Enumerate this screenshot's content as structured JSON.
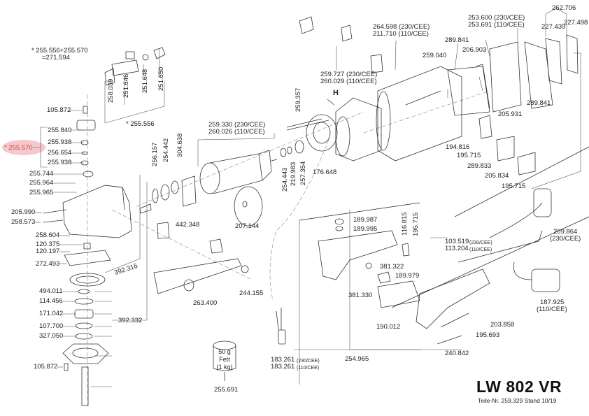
{
  "model": "LW 802 VR",
  "part_no_line": "Teile-Nr. 259.329   Stand 10/19",
  "highlight_color": "#f5c9cc",
  "note": {
    "line1": "* 255.556+255.570",
    "line2": "=271.594"
  },
  "highlighted_part": "* 255.570",
  "labels": {
    "p105872a": "105.872",
    "p255840": "255.840",
    "p255938a": "255.938",
    "p256654": "256.654",
    "p255938b": "255.938",
    "p255744": "255.744",
    "p255964": "255.964",
    "p255965": "255.965",
    "p205990": "205.990",
    "p258573": "258.573",
    "p258604": "258.604",
    "p120375": "120.375",
    "p120197": "120.197",
    "p272493": "272.493",
    "p392316": "392.316",
    "p494011": "494.011",
    "p114456": "114.456",
    "p171042": "171.042",
    "p107700": "107.700",
    "p327050": "327.050",
    "p392332": "392.332",
    "p105872b": "105.872",
    "p255556": "* 255.556",
    "p258039": "258.039",
    "p251646": "251.646",
    "p251648": "251.648",
    "p251650": "251.650",
    "p256157": "256.157",
    "p254442": "254.442",
    "p304638": "304.638",
    "p259330": "259.330 (230/CEE)",
    "p260026": "260.026 (110/CEE)",
    "p254443": "254.443",
    "p219983": "219.983",
    "p257354": "257.354",
    "p176648": "176.648",
    "p259357": "259.357",
    "p442348": "442.348",
    "p207144": "207.144",
    "p263400": "263.400",
    "p244155": "244.155",
    "p264598": "264.598 (230/CEE)",
    "p211710": "211.710 (110/CEE)",
    "p259727": "259.727 (230/CEE)",
    "p260029": "260.029 (110/CEE)",
    "pH": "H",
    "p259040": "259.040",
    "p289841a": "289.841",
    "p206903": "206.903",
    "p253600": "253.600 (230/CEE)",
    "p253691": "253.691 (110/CEE)",
    "p262706": "262.706",
    "p227439": "227.439",
    "p227498": "227.498",
    "p289841b": "289.841",
    "p205931": "205.931",
    "p194816": "194.816",
    "p195715a": "195.715",
    "p289833": "289.833",
    "p205834": "205.834",
    "p195715b": "195.715",
    "p189987": "189.987",
    "p189995": "189.995",
    "p116815": "116.815",
    "p195715c": "195.715",
    "p381322": "381.322",
    "p189979": "189.979",
    "p381330": "381.330",
    "p190012": "190.012",
    "p103519": "103.519",
    "p103519s": "(230/CEE)",
    "p113204": "113.204",
    "p113204s": "(110/CEE)",
    "p209864": "209.864",
    "p209864s": "(230/CEE)",
    "p187925": "187.925",
    "p187925s": "(110/CEE)",
    "p203858": "203.858",
    "p195693": "195.693",
    "p240842": "240.842",
    "p254965": "254.965",
    "p183261a": "183.261",
    "p183261as": "(230/CEE)",
    "p183261b": "183.261",
    "p183261bs": "(110/CEE)",
    "p255691": "255.691"
  },
  "grease": {
    "amount": "50 g",
    "name": "Fett",
    "pack": "(1 kg)"
  }
}
